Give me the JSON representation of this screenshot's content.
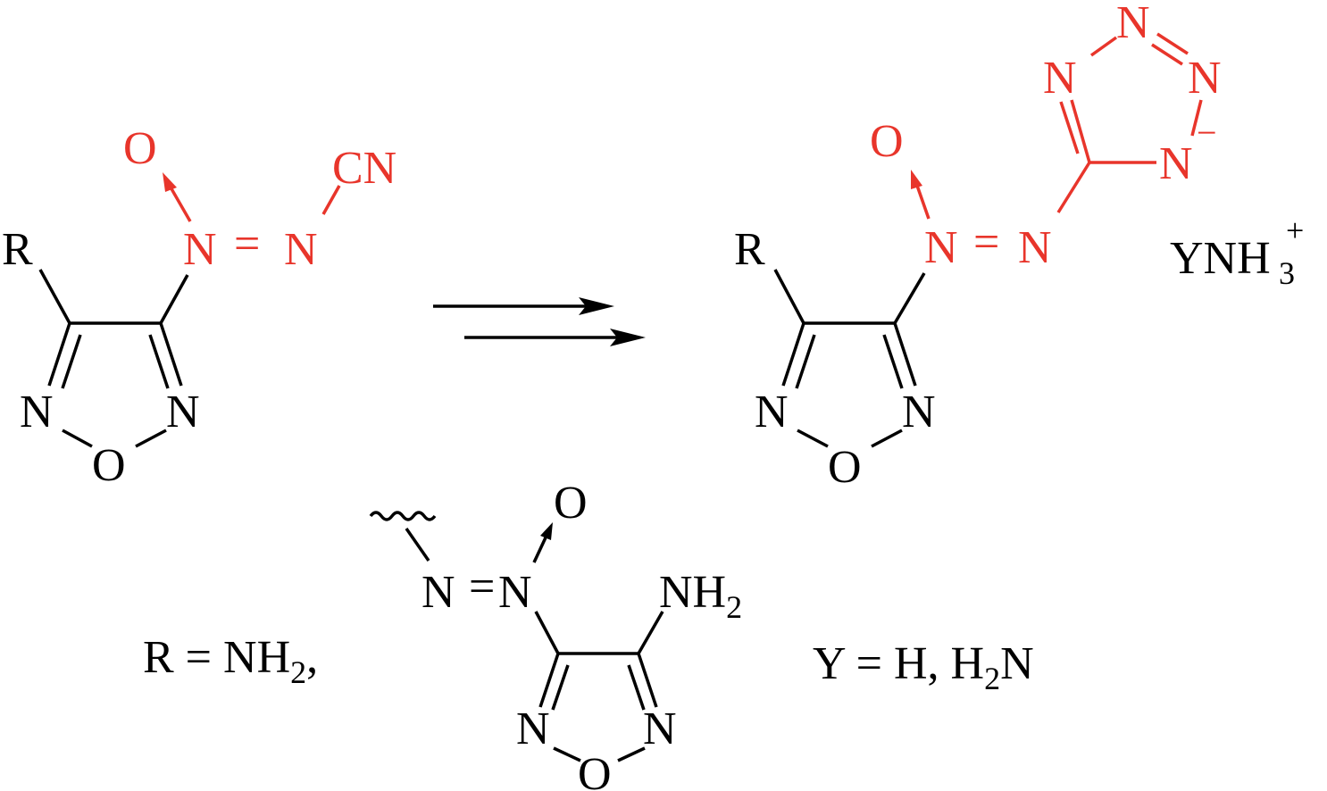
{
  "colors": {
    "highlight": "#e8352b",
    "text": "#000000"
  },
  "reactant": {
    "R": "R",
    "N1": "N",
    "N2": "N",
    "O_ring": "O",
    "N_ring_left": "N",
    "N_ring_right": "N",
    "O_oxide": "O",
    "azo_N1": "N",
    "azo_eq": "=",
    "azo_N2": "N",
    "cyano": "CN"
  },
  "product": {
    "R": "R",
    "N_ring_left": "N",
    "N_ring_right": "N",
    "O_ring": "O",
    "O_oxide": "O",
    "azo_N1": "N",
    "azo_eq": "=",
    "azo_N2": "N",
    "tz_N1": "N",
    "tz_N2": "N",
    "tz_N3": "N",
    "tz_N4": "N",
    "charge_minus": "−",
    "cation_main": "YNH",
    "cation_sub": "3",
    "cation_charge": "+"
  },
  "definitions": {
    "r_def": "R = NH",
    "r_def_sub": "2",
    "r_def_comma": ",",
    "sub_O_oxide": "O",
    "sub_azo_N1": "N",
    "sub_azo_eq": "=",
    "sub_azo_N2": "N",
    "sub_NH2": "NH",
    "sub_NH2_sub": "2",
    "sub_N_left": "N",
    "sub_N_right": "N",
    "sub_O_ring": "O",
    "y_def": "Y = H, H",
    "y_def_sub": "2",
    "y_def_end": "N"
  }
}
